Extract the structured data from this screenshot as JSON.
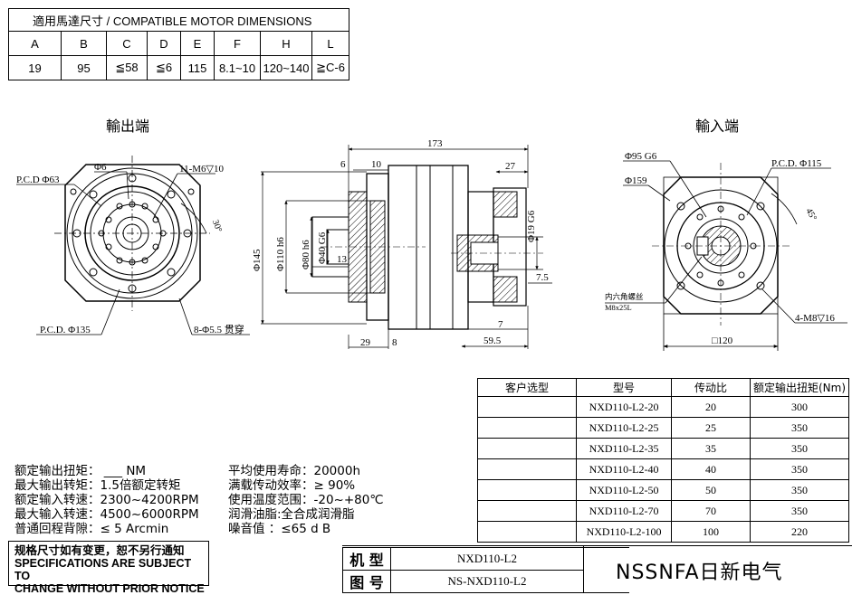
{
  "motor_table": {
    "title": "適用馬達尺寸 / COMPATIBLE MOTOR DIMENSIONS",
    "headers": [
      "A",
      "B",
      "C",
      "D",
      "E",
      "F",
      "H",
      "L"
    ],
    "values": [
      "19",
      "95",
      "≦58",
      "≦6",
      "115",
      "8.1~10",
      "120~140",
      "≧C-6"
    ]
  },
  "views": {
    "output_title": "輸出端",
    "input_title": "輸入端"
  },
  "drawing_labels": {
    "pcd63": "P.C.D Φ63",
    "d6": "Φ6",
    "m6": "11-M6▽10",
    "angle30": "30°",
    "pcd135": "P.C.D. Φ135",
    "holes8": "8-Φ5.5 贯穿",
    "d173": "173",
    "d6a": "6",
    "d10": "10",
    "d27": "27",
    "d145": "Φ145",
    "d110": "Φ110 h6",
    "d80": "Φ80 h6",
    "d40": "Φ40 G6",
    "d13": "13",
    "d19": "Φ19 G6",
    "d75": "7.5",
    "d29": "29",
    "d8": "8",
    "d7": "7",
    "d595": "59.5",
    "d95": "Φ95 G6",
    "d159": "Φ159",
    "pcd115": "P.C.D. Φ115",
    "angle45": "45°",
    "hex1": "内六角螺丝",
    "hex2": "M8x25L",
    "m8": "4-M8▽16",
    "sq120": "□120"
  },
  "spec_table": {
    "headers": [
      "客户选型",
      "型号",
      "传动比",
      "额定输出扭矩(Nm)"
    ],
    "rows": [
      {
        "customer": "",
        "model": "NXD110-L2-20",
        "ratio": "20",
        "torque": "300"
      },
      {
        "customer": "",
        "model": "NXD110-L2-25",
        "ratio": "25",
        "torque": "350"
      },
      {
        "customer": "",
        "model": "NXD110-L2-35",
        "ratio": "35",
        "torque": "350"
      },
      {
        "customer": "",
        "model": "NXD110-L2-40",
        "ratio": "40",
        "torque": "350"
      },
      {
        "customer": "",
        "model": "NXD110-L2-50",
        "ratio": "50",
        "torque": "350"
      },
      {
        "customer": "",
        "model": "NXD110-L2-70",
        "ratio": "70",
        "torque": "350"
      },
      {
        "customer": "",
        "model": "NXD110-L2-100",
        "ratio": "100",
        "torque": "220"
      }
    ]
  },
  "params_left": [
    "额定输出扭矩：  ___ NM",
    "最大输出转矩：1.5倍额定转矩",
    "额定输入转速：2300~4200RPM",
    "最大输入转速：4500~6000RPM",
    "普通回程背隙：≤ 5 Arcmin"
  ],
  "params_right": [
    "平均使用寿命：20000h",
    "满载传动效率：≥  90%",
    "使用温度范围：-20~+80℃",
    "润滑油脂:全合成润滑脂",
    "噪音值          ：≤65 d B"
  ],
  "notice": {
    "line1": "规格尺寸如有变更，恕不另行通知",
    "line2": "SPECIFICATIONS ARE SUBJECT TO",
    "line3": "CHANGE WITHOUT PRIOR NOTICE"
  },
  "title_block": {
    "model_label": "机 型",
    "model_value": "NXD110-L2",
    "drawing_label": "图 号",
    "drawing_value": "NS-NXD110-L2"
  },
  "brand": "NSSNFA日新电气"
}
